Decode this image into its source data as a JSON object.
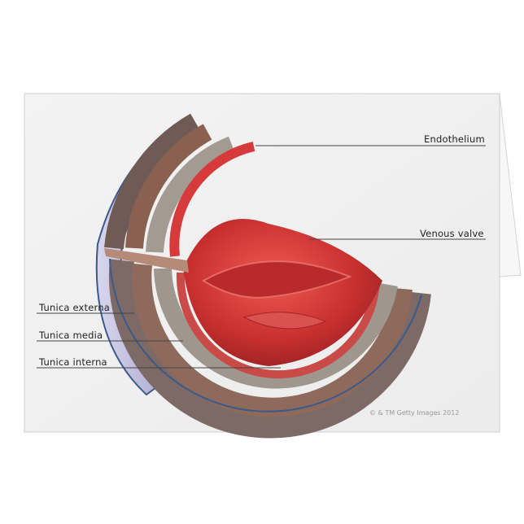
{
  "labels": {
    "endothelium": "Endothelium",
    "venous_valve": "Venous valve",
    "tunica_externa": "Tunica externa",
    "tunica_media": "Tunica media",
    "tunica_interna": "Tunica interna"
  },
  "credit": "© & TM Getty Images 2012",
  "colors": {
    "outer_surface": "#b9b4d6",
    "externa": "#7d5a4d",
    "media": "#9a7060",
    "interna": "#a59a90",
    "endothelium": "#d9383a",
    "edge_blue": "#3a5a8a"
  }
}
